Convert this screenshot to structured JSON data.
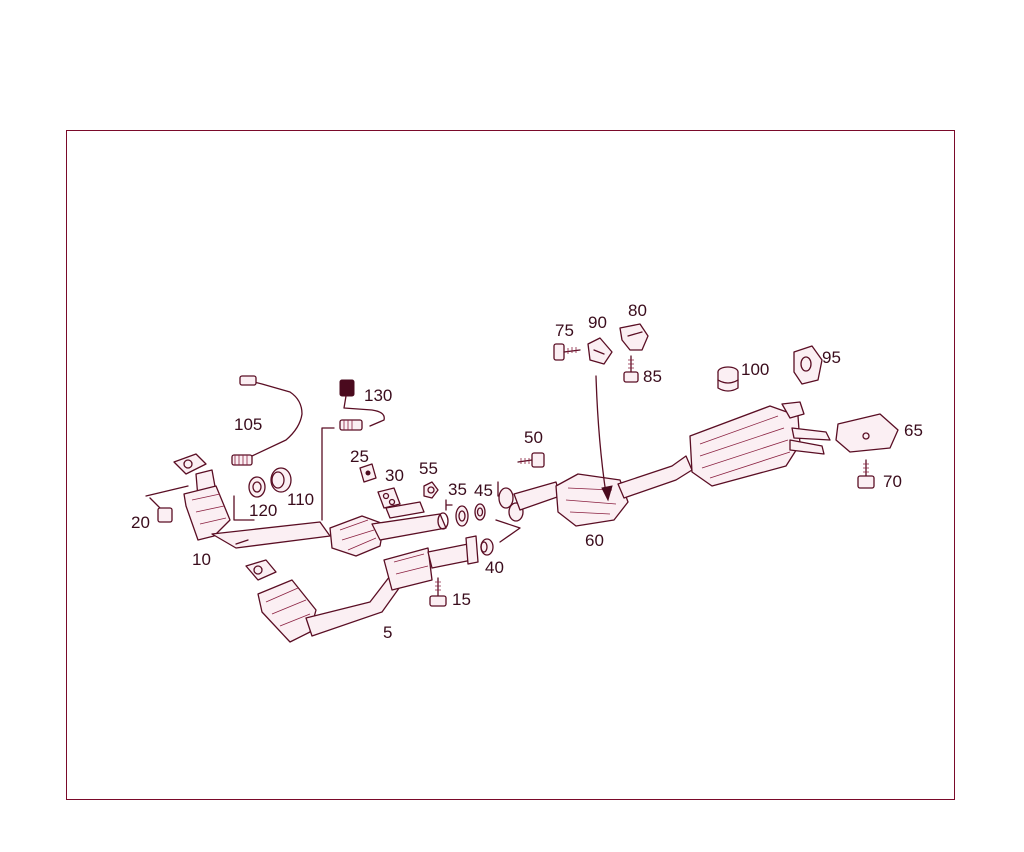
{
  "colors": {
    "frame": "#7a0a2a",
    "line": "#5a0e24",
    "text": "#3a0c1c"
  },
  "callouts": [
    {
      "id": "c5",
      "text": "5"
    },
    {
      "id": "c10",
      "text": "10"
    },
    {
      "id": "c15",
      "text": "15"
    },
    {
      "id": "c20",
      "text": "20"
    },
    {
      "id": "c25",
      "text": "25"
    },
    {
      "id": "c30",
      "text": "30"
    },
    {
      "id": "c35",
      "text": "35"
    },
    {
      "id": "c40",
      "text": "40"
    },
    {
      "id": "c45",
      "text": "45"
    },
    {
      "id": "c50",
      "text": "50"
    },
    {
      "id": "c55",
      "text": "55"
    },
    {
      "id": "c60",
      "text": "60"
    },
    {
      "id": "c65",
      "text": "65"
    },
    {
      "id": "c70",
      "text": "70"
    },
    {
      "id": "c75",
      "text": "75"
    },
    {
      "id": "c80",
      "text": "80"
    },
    {
      "id": "c85",
      "text": "85"
    },
    {
      "id": "c90",
      "text": "90"
    },
    {
      "id": "c95",
      "text": "95"
    },
    {
      "id": "c100",
      "text": "100"
    },
    {
      "id": "c105",
      "text": "105"
    },
    {
      "id": "c110",
      "text": "110"
    },
    {
      "id": "c120",
      "text": "120"
    },
    {
      "id": "c130",
      "text": "130"
    }
  ]
}
